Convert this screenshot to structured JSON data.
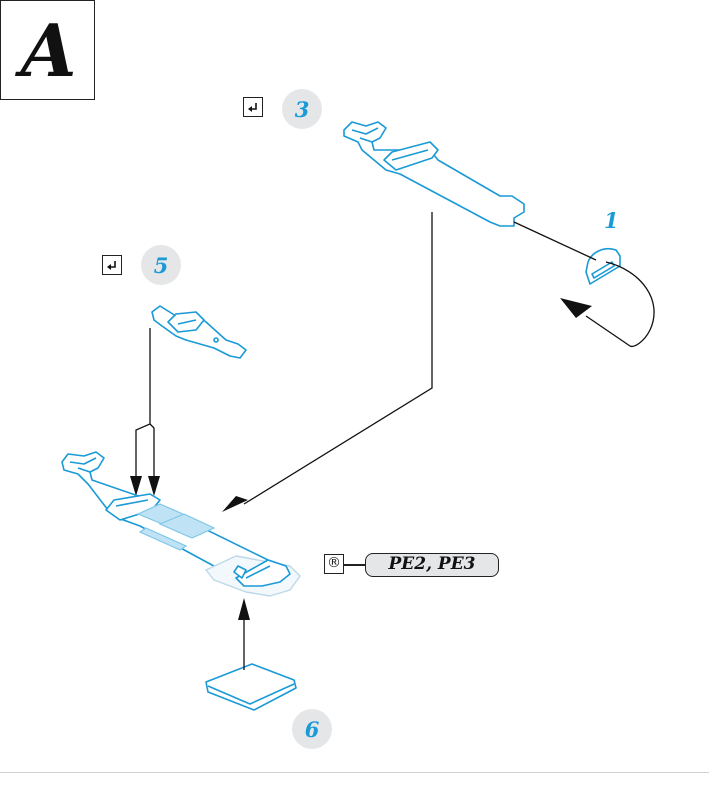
{
  "sheet": {
    "letter": "A"
  },
  "steps": [
    {
      "number": "3",
      "marker": "fold-arrow-icon"
    },
    {
      "number": "5",
      "marker": "fold-arrow-icon"
    },
    {
      "number": "6"
    }
  ],
  "parts": [
    {
      "number": "1"
    }
  ],
  "reference": {
    "symbol": "®",
    "label": "PE2, PE3"
  },
  "colors": {
    "part_stroke": "#1a9ad6",
    "part_fill": "#ffffff",
    "etch_fill": "#bfe3f4",
    "step_label_bg": "#e4e6e8",
    "step_label_text": "#1a9ad6",
    "line": "#222222"
  }
}
